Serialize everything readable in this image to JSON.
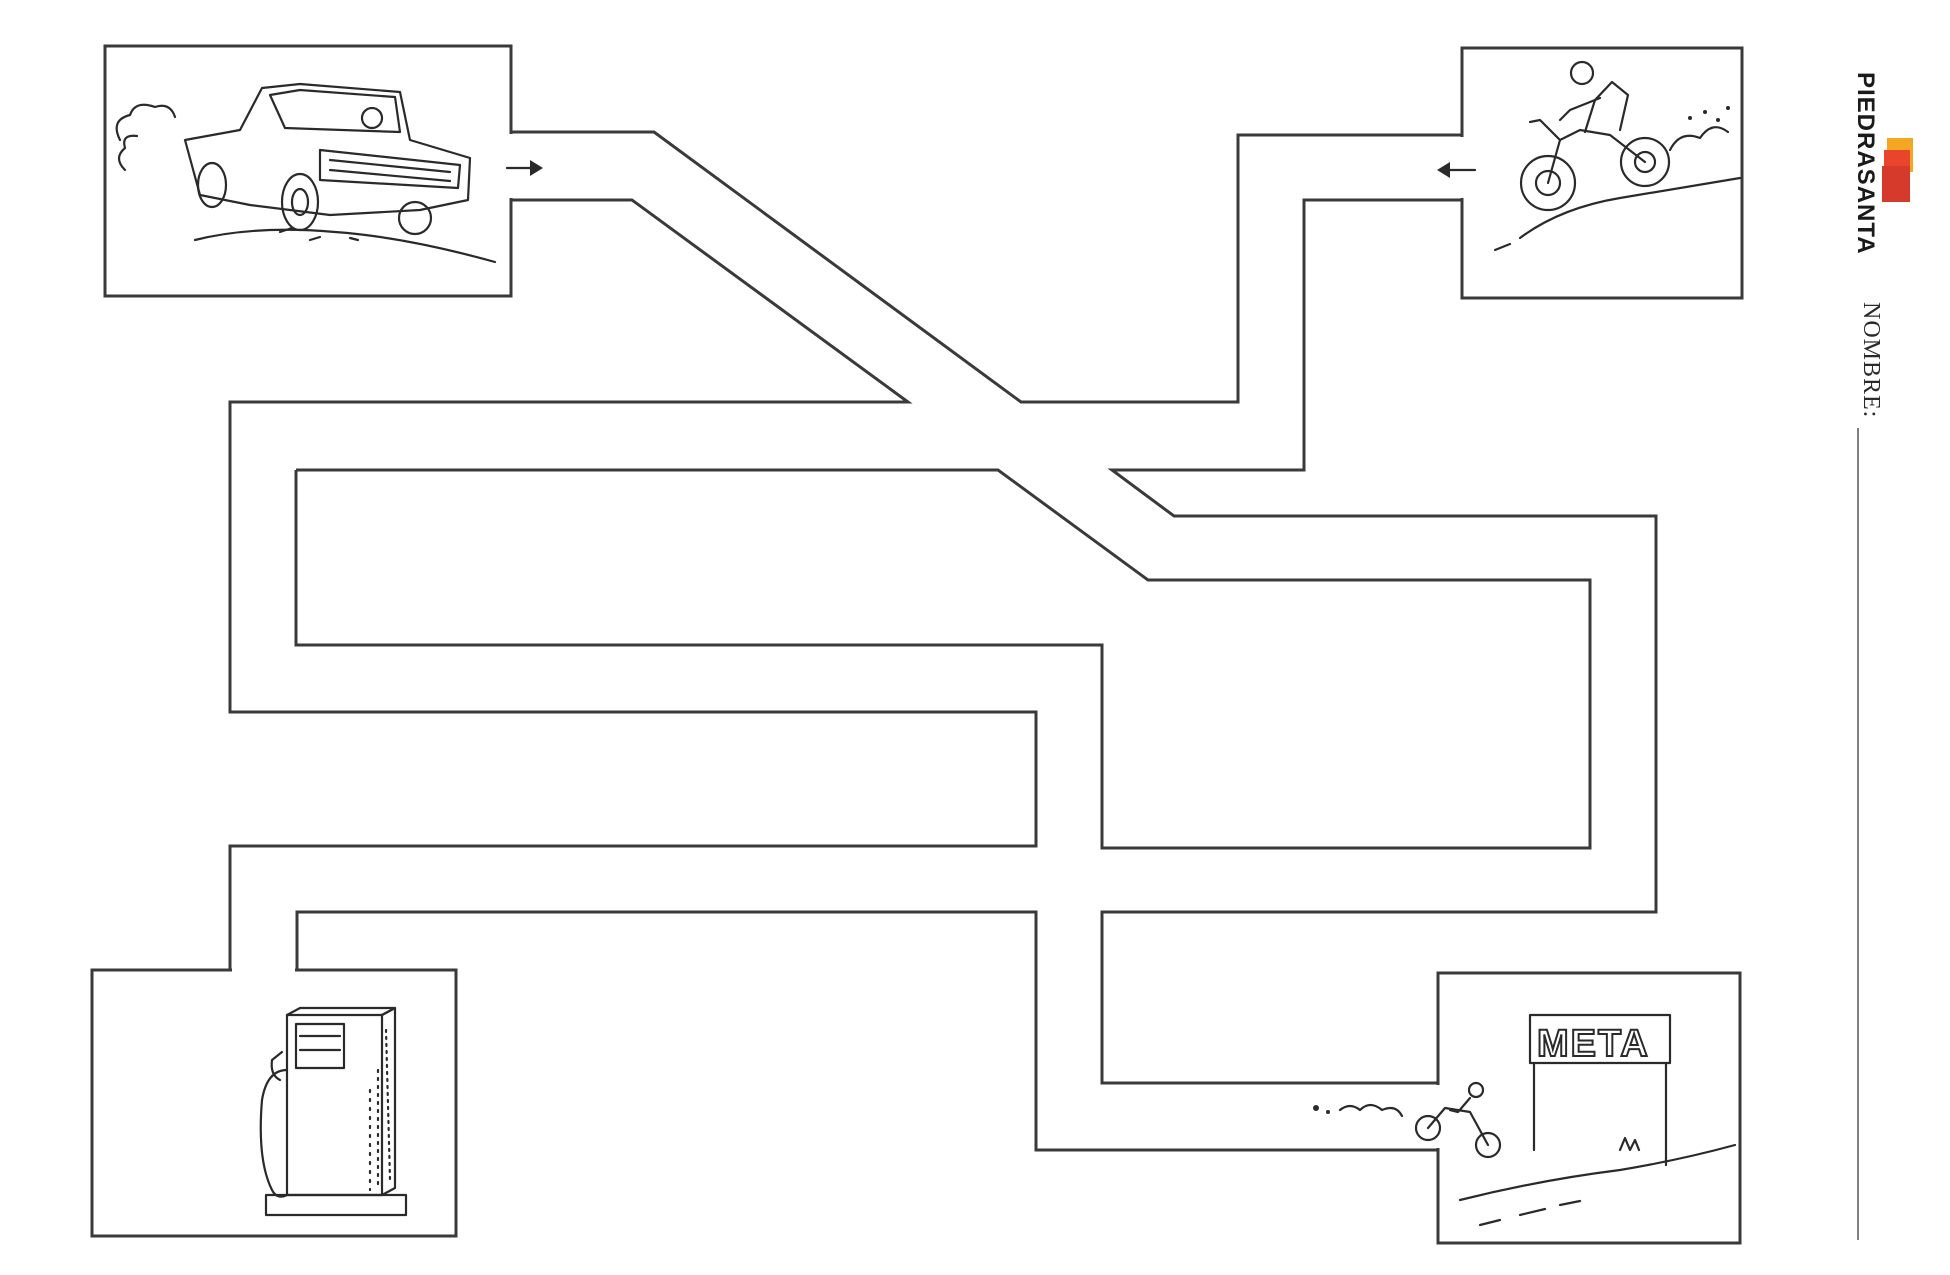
{
  "brand": {
    "name": "PIEDRASANTA",
    "logo_colors": [
      "#f5a623",
      "#e8452c",
      "#c0392b"
    ]
  },
  "form": {
    "name_label": "NOMBRE:"
  },
  "maze": {
    "goal_sign": "META",
    "pictures": [
      "pickup-truck",
      "motocross-rider",
      "gas-pump",
      "finish-line-motorbike"
    ],
    "ink_color": "#3a3a3a"
  }
}
